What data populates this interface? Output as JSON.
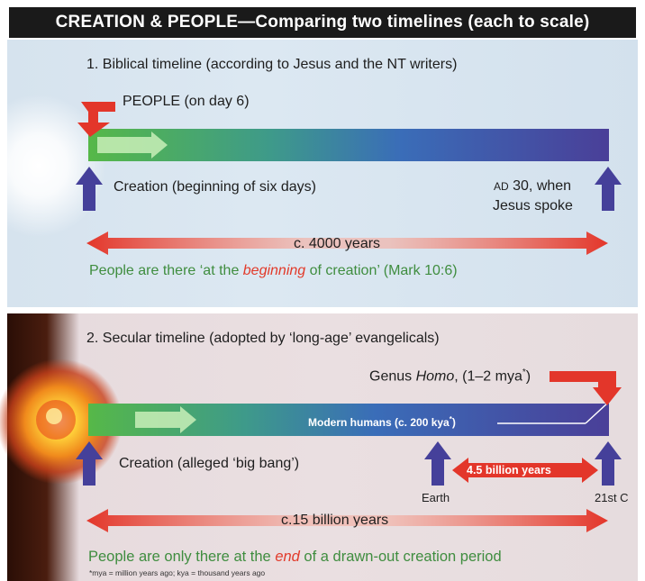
{
  "header": {
    "title": "CREATION & PEOPLE—Comparing two timelines (each to scale)"
  },
  "panel1": {
    "subtitle": "1. Biblical timeline (according to Jesus and the NT writers)",
    "people_label": "PEOPLE (on day 6)",
    "creation_label": "Creation (beginning of six days)",
    "ad_era": "AD",
    "ad_line1": "30, when",
    "ad_line2": "Jesus spoke",
    "span_label": "c. 4000 years",
    "note_before": "People are there ‘at the ",
    "note_emphasis": "beginning",
    "note_after": " of creation’ (Mark 10:6)"
  },
  "panel2": {
    "subtitle": "2. Secular timeline (adopted by ‘long-age’ evangelicals)",
    "homo_before": "Genus ",
    "homo_italic": "Homo",
    "homo_after": ", (1–2 mya",
    "homo_star": "*",
    "homo_close": ")",
    "modern_humans": "Modern humans (c. 200 kya",
    "modern_star": "*",
    "modern_close": ")",
    "creation_label": "Creation (alleged ‘big bang’)",
    "earth_span": "4.5 billion years",
    "earth_label": "Earth",
    "end_label": "21st C",
    "span_label": "c.15 billion years",
    "note_before": "People are only there at the ",
    "note_emphasis": "end",
    "note_after": " of a drawn-out creation period",
    "footnote": "*mya = million years ago; kya = thousand years ago"
  },
  "colors": {
    "bar_start": "#56b848",
    "bar_mid": "#3a7bb8",
    "bar_end": "#4a3f98",
    "arrow_blue": "#45409a",
    "arrow_red": "#e3362a",
    "note_green": "#3f8d3f"
  }
}
